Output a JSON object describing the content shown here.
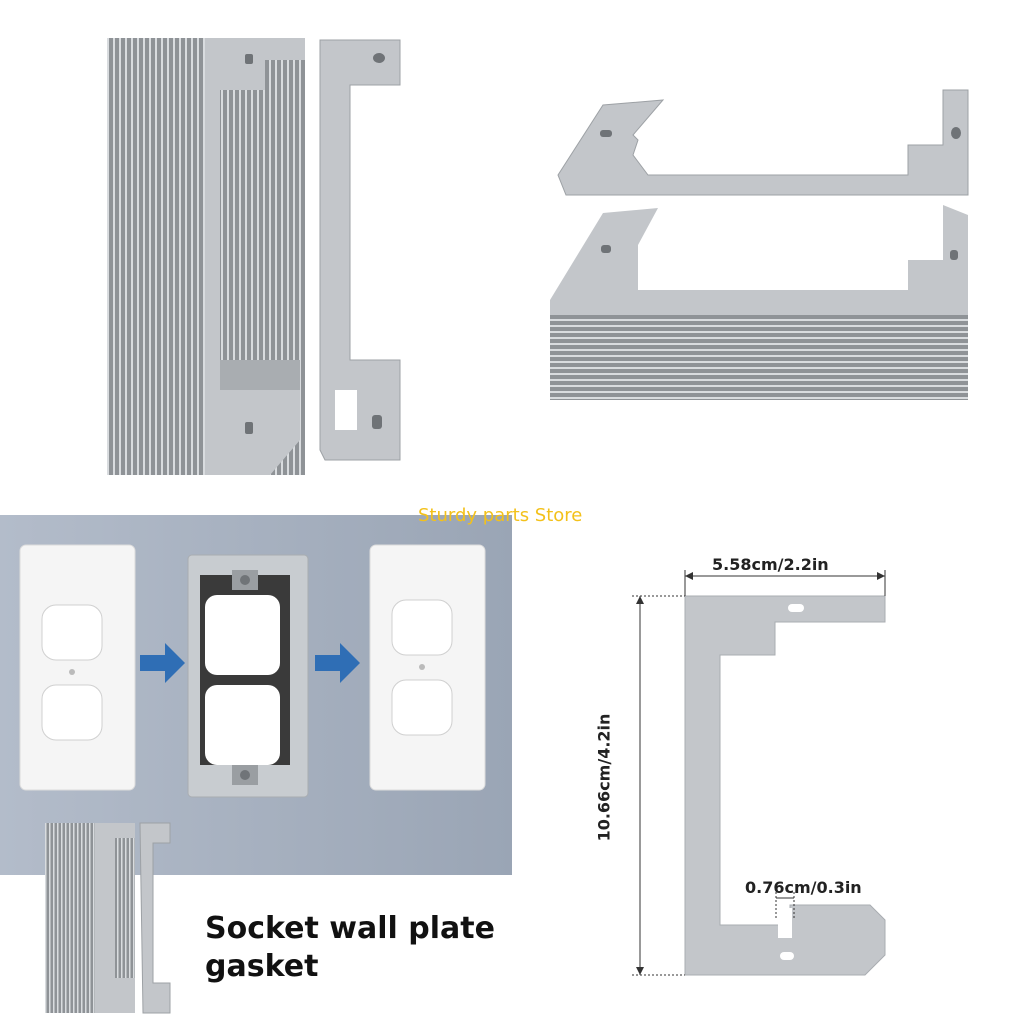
{
  "watermark": "Sturdy parts Store",
  "caption": {
    "line1": "Socket wall plate",
    "line2": "gasket"
  },
  "dimensions": {
    "width": "5.58cm/2.2in",
    "height": "10.66cm/4.2in",
    "slot": "0.76cm/0.3in"
  },
  "colors": {
    "metal": "#c3c6ca",
    "metal_dark": "#8f9397",
    "stack_line": "#e6e8ea",
    "wall": "#a7b1c0",
    "arrow": "#2f6eb5",
    "watermark": "#f3c11b"
  }
}
